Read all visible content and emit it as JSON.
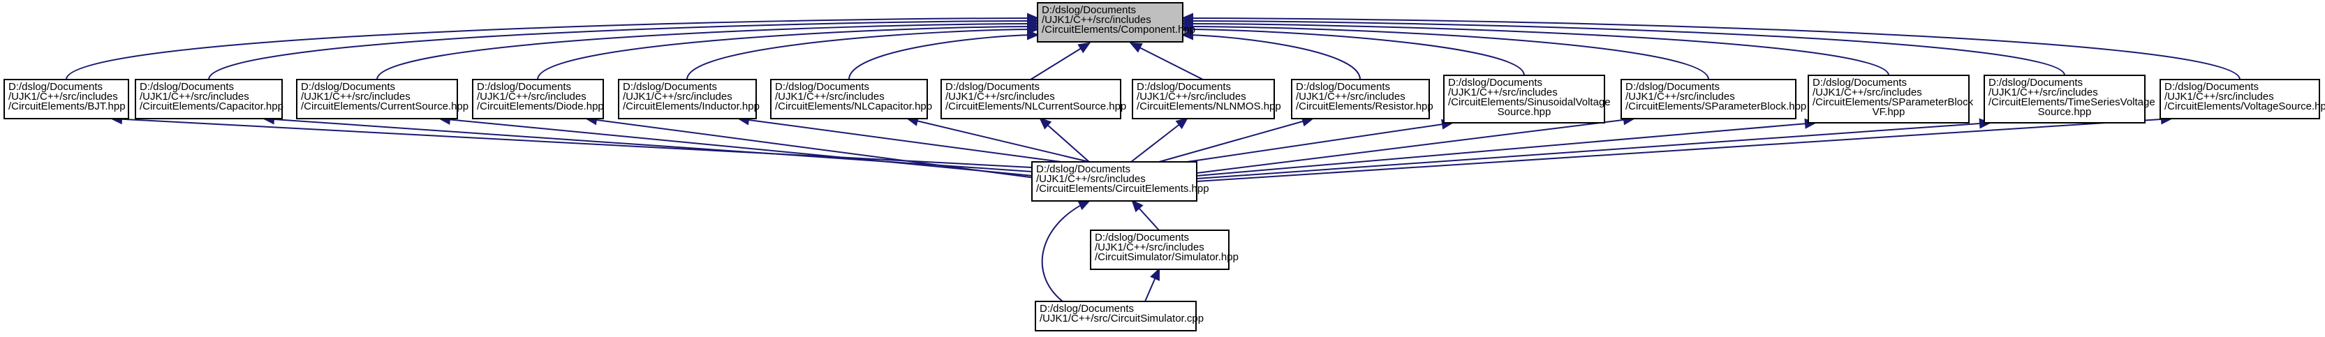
{
  "colors": {
    "edge": "#191970",
    "node_fill": "#ffffff",
    "root_fill": "#bfbfbf",
    "border": "#000000"
  },
  "nodes": {
    "component": [
      "D:/dslog/Documents",
      "/UJK1/C++/src/includes",
      "/CircuitElements/Component.hpp"
    ],
    "bjt": [
      "D:/dslog/Documents",
      "/UJK1/C++/src/includes",
      "/CircuitElements/BJT.hpp"
    ],
    "capacitor": [
      "D:/dslog/Documents",
      "/UJK1/C++/src/includes",
      "/CircuitElements/Capacitor.hpp"
    ],
    "currentsource": [
      "D:/dslog/Documents",
      "/UJK1/C++/src/includes",
      "/CircuitElements/CurrentSource.hpp"
    ],
    "diode": [
      "D:/dslog/Documents",
      "/UJK1/C++/src/includes",
      "/CircuitElements/Diode.hpp"
    ],
    "inductor": [
      "D:/dslog/Documents",
      "/UJK1/C++/src/includes",
      "/CircuitElements/Inductor.hpp"
    ],
    "nlcapacitor": [
      "D:/dslog/Documents",
      "/UJK1/C++/src/includes",
      "/CircuitElements/NLCapacitor.hpp"
    ],
    "nlcurrentsource": [
      "D:/dslog/Documents",
      "/UJK1/C++/src/includes",
      "/CircuitElements/NLCurrentSource.hpp"
    ],
    "nlnmos": [
      "D:/dslog/Documents",
      "/UJK1/C++/src/includes",
      "/CircuitElements/NLNMOS.hpp"
    ],
    "resistor": [
      "D:/dslog/Documents",
      "/UJK1/C++/src/includes",
      "/CircuitElements/Resistor.hpp"
    ],
    "sinusoidal": [
      "D:/dslog/Documents",
      "/UJK1/C++/src/includes",
      "/CircuitElements/SinusoidalVoltage",
      "Source.hpp"
    ],
    "sparameterblock": [
      "D:/dslog/Documents",
      "/UJK1/C++/src/includes",
      "/CircuitElements/SParameterBlock.hpp"
    ],
    "sparameterblockvf": [
      "D:/dslog/Documents",
      "/UJK1/C++/src/includes",
      "/CircuitElements/SParameterBlock",
      "VF.hpp"
    ],
    "timeseries": [
      "D:/dslog/Documents",
      "/UJK1/C++/src/includes",
      "/CircuitElements/TimeSeriesVoltage",
      "Source.hpp"
    ],
    "voltagesource": [
      "D:/dslog/Documents",
      "/UJK1/C++/src/includes",
      "/CircuitElements/VoltageSource.hpp"
    ],
    "circuitelements": [
      "D:/dslog/Documents",
      "/UJK1/C++/src/includes",
      "/CircuitElements/CircuitElements.hpp"
    ],
    "simulator": [
      "D:/dslog/Documents",
      "/UJK1/C++/src/includes",
      "/CircuitSimulator/Simulator.hpp"
    ],
    "circuitsimulator": [
      "D:/dslog/Documents",
      "/UJK1/C++/src/CircuitSimulator.cpp"
    ]
  }
}
